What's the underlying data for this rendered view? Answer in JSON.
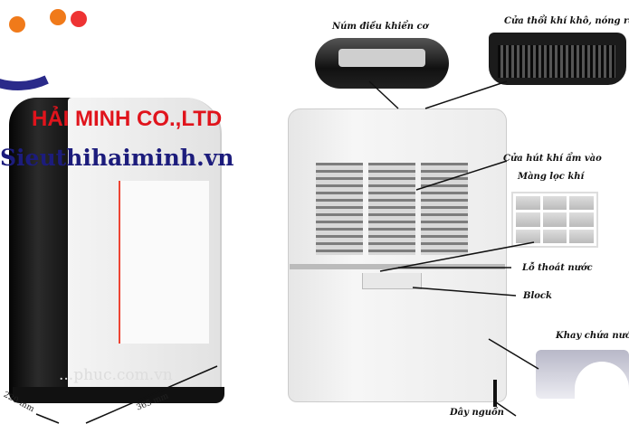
{
  "watermark": {
    "brand": "HẢI MINH CO.,LTD",
    "site": "Sieuthihaiminh.vn",
    "faint": "...phuc.com.vn"
  },
  "dimensions": {
    "depth": "220 mm",
    "width": "365 mm"
  },
  "labels": {
    "control_knob": "Núm điều khiển cơ",
    "outlet": "Cửa thổi khí khô, nóng ra",
    "inlet": "Cửa hút khí ẩm vào",
    "filter": "Màng lọc khí",
    "drain": "Lỗ thoát nước",
    "block": "Block",
    "tank": "Khay chứa nước",
    "power_cord": "Dây nguồn"
  },
  "colors": {
    "brand_red": "#e0141c",
    "site_blue": "#1c1c7c",
    "logo_orange": "#f07a1a"
  }
}
